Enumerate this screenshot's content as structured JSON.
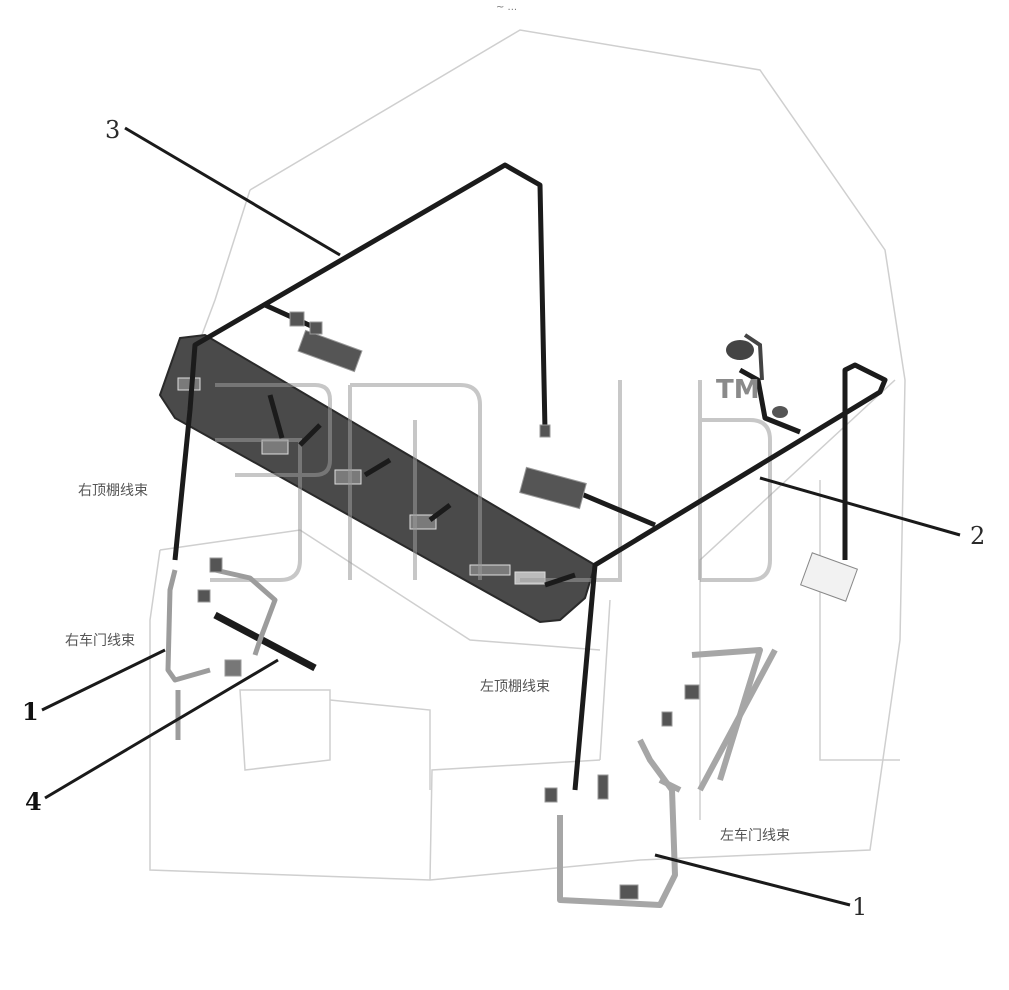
{
  "header": {
    "mark": "~ ..."
  },
  "callouts": {
    "c3": "3",
    "c2": "2",
    "c1_left": "1",
    "c4": "4",
    "c1_right": "1"
  },
  "harness_labels": {
    "right_roof": "右顶棚线束",
    "left_roof": "左顶棚线束",
    "right_door": "右车门线束",
    "left_door": "左车门线束"
  },
  "watermark": {
    "tm": "TM"
  },
  "colors": {
    "harness": "#1b1b1b",
    "outline": "#c9c9c9",
    "panel": "#4a4a4a",
    "leader": "#1a1a1a"
  }
}
